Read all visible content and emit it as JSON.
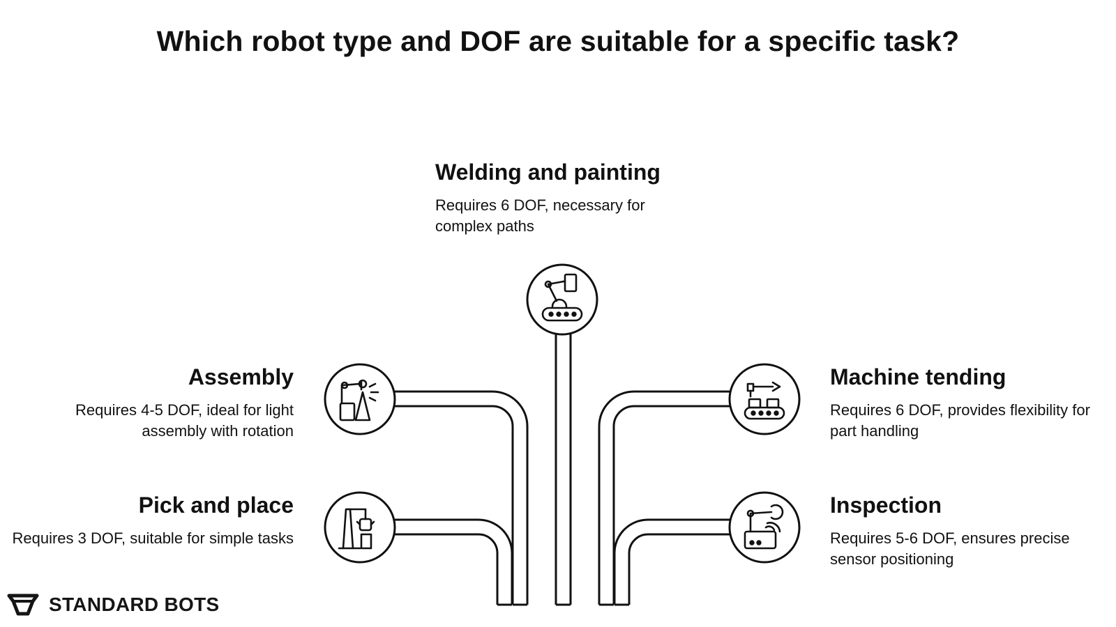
{
  "title": "Which robot type and DOF are suitable for a specific task?",
  "tasks": [
    {
      "heading": "Welding and painting",
      "desc": "Requires 6 DOF, necessary for complex paths",
      "icon": "welding-robot-icon"
    },
    {
      "heading": "Assembly",
      "desc": "Requires 4-5 DOF, ideal for light assembly with rotation",
      "icon": "assembly-robot-icon"
    },
    {
      "heading": "Machine tending",
      "desc": "Requires 6 DOF, provides flexibility for part handling",
      "icon": "machine-tending-icon"
    },
    {
      "heading": "Pick and place",
      "desc": "Requires 3 DOF, suitable for simple tasks",
      "icon": "pick-place-robot-icon"
    },
    {
      "heading": "Inspection",
      "desc": "Requires 5-6 DOF, ensures precise sensor positioning",
      "icon": "inspection-robot-icon"
    }
  ],
  "logo": {
    "text": "STANDARD BOTS",
    "icon": "standard-bots-logo-icon"
  },
  "colors": {
    "line": "#111111",
    "background": "#ffffff"
  }
}
